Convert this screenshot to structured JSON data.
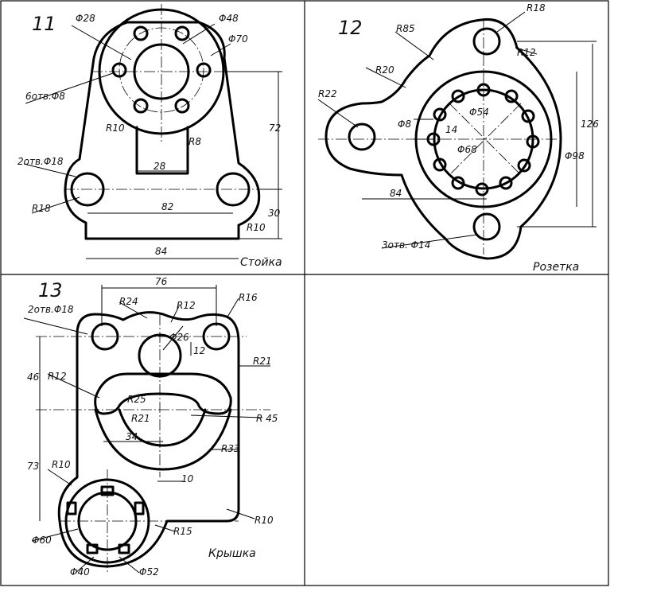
{
  "panels": {
    "p11": {
      "number": "11",
      "title": "Стойка",
      "labels": {
        "d28": "Φ28",
        "d48": "Φ48",
        "d70": "Φ70",
        "holes6": "6отв.Φ8",
        "r10a": "R10",
        "r8": "R8",
        "dim72": "72",
        "dim28": "28",
        "holes2": "2отв.Φ18",
        "dim82": "82",
        "r18": "R18",
        "dim30": "30",
        "r10b": "R10",
        "dim84": "84"
      }
    },
    "p12": {
      "number": "12",
      "title": "Розетка",
      "labels": {
        "r85": "R85",
        "r18": "R18",
        "r12": "R12",
        "r20": "R20",
        "r22": "R22",
        "d54": "Φ54",
        "d8": "Φ8",
        "dim14": "14",
        "d68": "Φ68",
        "dim126": "126",
        "d98": "Φ98",
        "dim84": "84",
        "holes3": "3отв. Φ14"
      }
    },
    "p13": {
      "number": "13",
      "title": "Крышка",
      "labels": {
        "dim76": "76",
        "holes2": "2отв.Φ18",
        "r24": "R24",
        "r12a": "R12",
        "r16": "R16",
        "d26": "Φ26",
        "dim12": "12",
        "dim46": "46",
        "r12b": "R12",
        "r21a": "R21",
        "r25": "R25",
        "r21b": "R21",
        "r45": "R 45",
        "dim34": "34",
        "r33": "R33",
        "dim73": "73",
        "r10a": "R10",
        "dim10": "10",
        "r10b": "R10",
        "r15": "R15",
        "d60": "Φ60",
        "d40": "Φ40",
        "d52": "Φ52"
      }
    }
  }
}
